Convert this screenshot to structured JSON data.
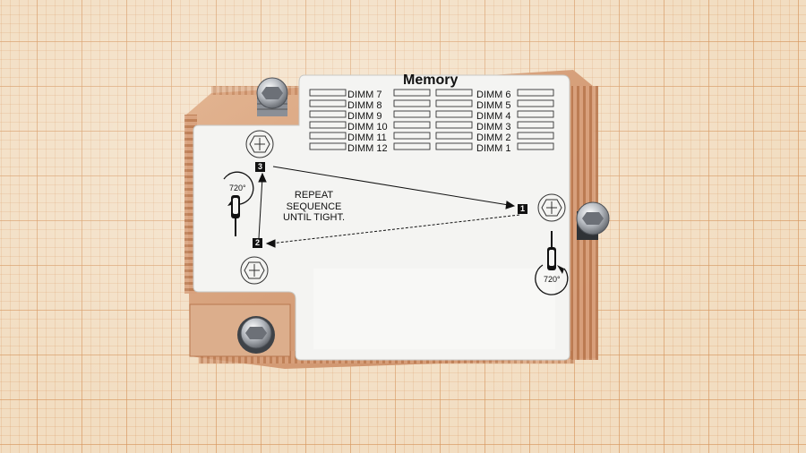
{
  "label": {
    "title": "Memory",
    "dimm_left": [
      "DIMM 7",
      "DIMM 8",
      "DIMM 9",
      "DIMM 10",
      "DIMM 11",
      "DIMM 12"
    ],
    "dimm_right": [
      "DIMM 6",
      "DIMM 5",
      "DIMM 4",
      "DIMM 3",
      "DIMM 2",
      "DIMM 1"
    ],
    "instruction": [
      "REPEAT",
      "SEQUENCE",
      "UNTIL TIGHT."
    ],
    "step_numbers": [
      "1",
      "2",
      "3"
    ],
    "rotation": "720°"
  },
  "colors": {
    "copper": "#d9a07a",
    "label_white": "#f4f4f2",
    "grid_paper": "#f2ddc1"
  }
}
